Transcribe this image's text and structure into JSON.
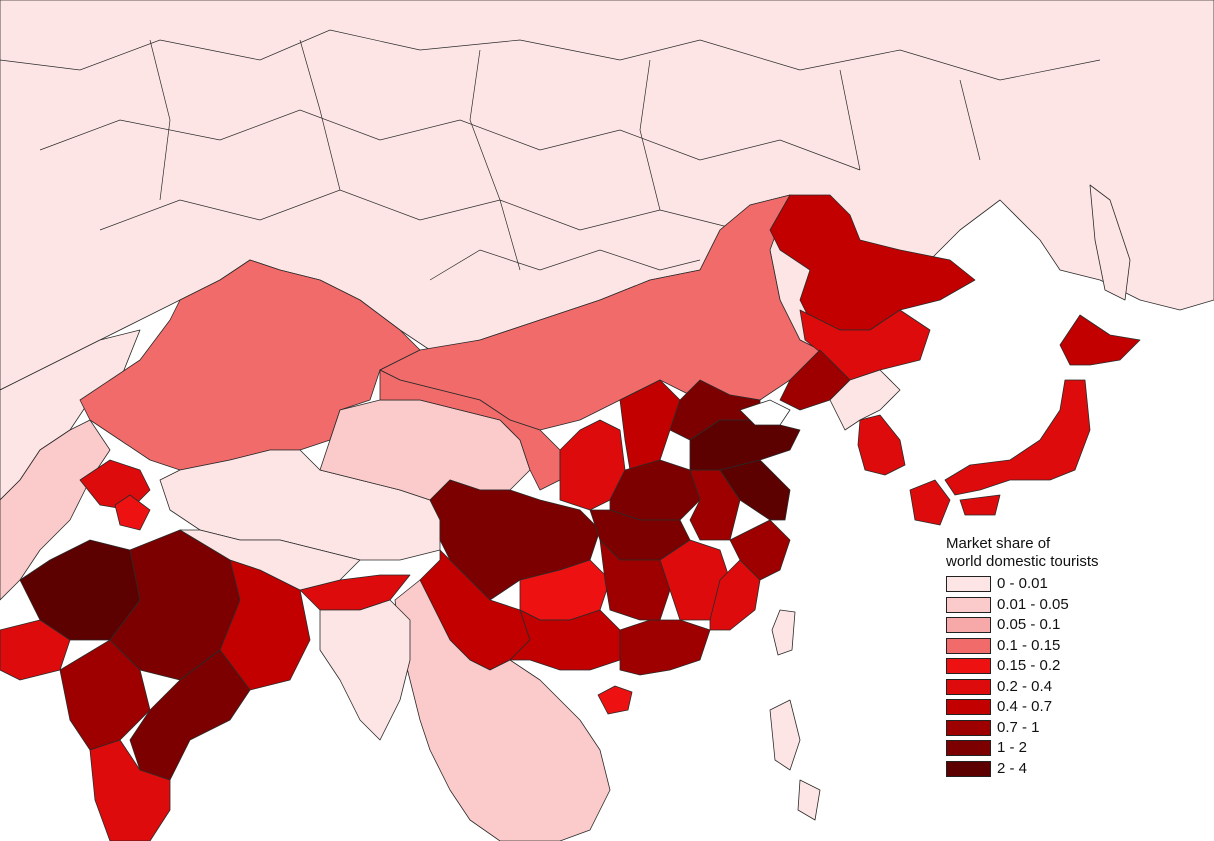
{
  "legend": {
    "title_line1": "Market share of",
    "title_line2": "world domestic tourists",
    "classes": [
      {
        "label": "0 - 0.01",
        "color": "#fde5e5"
      },
      {
        "label": "0.01 - 0.05",
        "color": "#fbcaca"
      },
      {
        "label": "0.05 - 0.1",
        "color": "#f7a8a8"
      },
      {
        "label": "0.1 - 0.15",
        "color": "#f26b6b"
      },
      {
        "label": "0.15 - 0.2",
        "color": "#ee1111"
      },
      {
        "label": "0.2 - 0.4",
        "color": "#dd0b0b"
      },
      {
        "label": "0.4 - 0.7",
        "color": "#c20000"
      },
      {
        "label": "0.7 - 1",
        "color": "#9e0000"
      },
      {
        "label": "1 - 2",
        "color": "#7d0000"
      },
      {
        "label": "2 - 4",
        "color": "#5c0000"
      }
    ]
  },
  "colors": {
    "sea": "#ffffff",
    "boundary": "#2a2a2a"
  }
}
